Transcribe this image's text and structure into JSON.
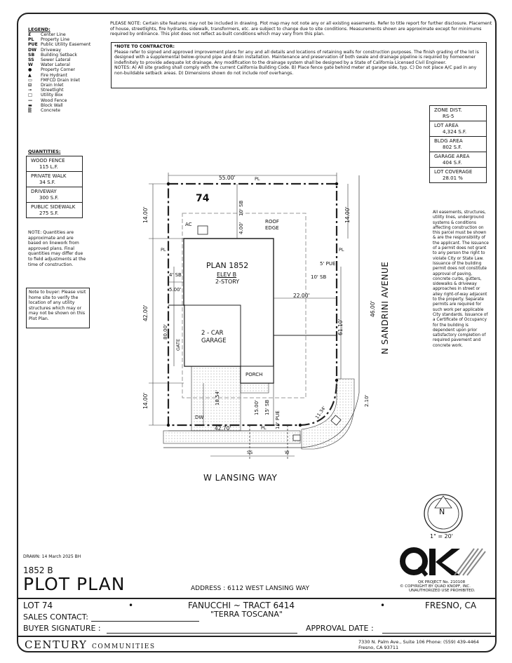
{
  "general_note": "PLEASE NOTE: Certain site features may not be included in drawing. Plot map may not note any or all existing easements. Refer to title report for further disclosure. Placement of house, streetlights, fire hydrants, sidewalk, transformers, etc. are subject to change due to site conditions. Measurements shown are approximate except for minimums required by ordinance. This plot does not reflect as-built conditions which may vary from this plan.",
  "contractor_note": {
    "title": "*NOTE TO CONTRACTOR:",
    "body": "Please refer to signed and approved improvement plans for any and all details and locations of retaining walls for construction purposes. The finish grading of the lot is designed with a supplemental below-ground pipe and drain installation. Maintenance and preservation of both swale and drainage pipeline is required by homeowner indefinitely to provide adequate lot drainage. Any modification to the drainage system shall be designed by a State of California Licensed Civil Engineer.",
    "notes": "NOTES: A) All site grading shall comply with the current California Building Code. B) Place fence gate behind meter at garage side, typ. C) Do not place A/C pad in any non-buildable setback areas. D) Dimensions shown do not include roof overhangs."
  },
  "legend": {
    "title": "LEGEND:",
    "items": [
      {
        "key": "£",
        "label": "Center Line"
      },
      {
        "key": "PL",
        "label": "Property Line"
      },
      {
        "key": "PUE",
        "label": "Public Utility Easement"
      },
      {
        "key": "DW",
        "label": "Driveway"
      },
      {
        "key": "SB",
        "label": "Building Setback"
      },
      {
        "key": "SS",
        "label": "Sewer Lateral"
      },
      {
        "key": "W",
        "label": "Water Lateral"
      }
    ],
    "symbols": [
      "Property Corner",
      "Fire Hydrant",
      "FMFCD Drain Inlet",
      "Drain Inlet",
      "Streetlight",
      "Utility Box",
      "Wood Fence",
      "Block Wall",
      "Concrete"
    ]
  },
  "quantities": {
    "title": "QUANTITIES:",
    "rows": [
      {
        "label": "WOOD FENCE",
        "value": "115 L.F."
      },
      {
        "label": "PRIVATE WALK",
        "value": "34 S.F."
      },
      {
        "label": "DRIVEWAY",
        "value": "300 S.F."
      },
      {
        "label": "PUBLIC SIDEWALK",
        "value": "275 S.F."
      }
    ],
    "note": "NOTE: Quantities are approximate and are based on linework from approved plans. Final quantities may differ due to field adjustments at the time of construction."
  },
  "buyer_note": "Note to buyer: Please visit home site to verify the location of any utility structures which may or may not be shown on this Plot Plan.",
  "zone_info": [
    {
      "label": "ZONE DIST.",
      "value": "RS-5"
    },
    {
      "label": "LOT AREA",
      "value": "4,324 S.F."
    },
    {
      "label": "BLDG AREA",
      "value": "802 S.F."
    },
    {
      "label": "GARAGE AREA",
      "value": "404 S.F."
    },
    {
      "label": "LOT COVERAGE",
      "value": "28.01 %"
    }
  ],
  "easement_note": "All easements, structures, utility lines, underground systems & conditions affecting construction on this parcel must be shown & are the responsibility of the applicant. The issuance of a permit does not grant to any person the right to violate City or State Law.\nIssuance of the building permit does not constitute approval of paving, concrete curbs, gutters, sidewalks & driveway approaches in street or alley right-of-way adjacent to the property. Separate permits are required for such work per applicable City standards. Issuance of a Certificate of Occupancy for the building is dependent upon prior satisfactory completion of required pavement and concrete work.",
  "plan": {
    "lot_number": "74",
    "plan_name": "PLAN 1852",
    "elevation": "ELEV B",
    "stories": "2-STORY",
    "garage_line1": "2 - CAR",
    "garage_line2": "GARAGE",
    "porch": "PORCH",
    "ac": "AC",
    "gate": "GATE",
    "roof_edge_1": "ROOF",
    "roof_edge_2": "EDGE",
    "dw": "DW",
    "pl": "PL",
    "ss": "SS",
    "w": "W",
    "dims": {
      "top": "55.00'",
      "left_top": "14.00'",
      "left_mid": "42.00'",
      "left_bottom": "14.00'",
      "sb_top": "10' SB",
      "four_00": "4.00'",
      "four_sb": "4' SB",
      "five_00": "5.00'",
      "eighty": "80.00'",
      "twenty_two": "22.00'",
      "ten_sb_right": "10' SB",
      "five_pue": "5' PUE",
      "right_14": "14.00'",
      "sixty_one": "61.10'",
      "forty_six": "46.00'",
      "two_10": "2.10'",
      "eleven_34": "11.34'",
      "eighteen_54": "18.54'",
      "fifteen_00": "15.00'",
      "fifteen_sb": "15' SB",
      "ten_pue": "10' PUE",
      "bottom": "42.70'"
    },
    "street_bottom": "W LANSING WAY",
    "street_right": "N SANDRINI AVENUE"
  },
  "north": {
    "letter": "N",
    "scale": "1\" = 20'"
  },
  "drawn": "DRAWN: 14 March 2025 BH",
  "plan_code": "1852 B",
  "page_title": "PLOT PLAN",
  "address": "ADDRESS : 6112 WEST LANSING WAY",
  "logo": {
    "letters": "QK",
    "project": "QK PROJECT No. 210108",
    "copyright": "© COPYRIGHT BY QUAD KNOPF, INC.",
    "unauth": "UNAUTHORIZED USE PROHIBITED."
  },
  "title_block": {
    "lot": "LOT 74",
    "bullet": "•",
    "tract": "FANUCCHI ~ TRACT 6414",
    "subdivision": "\"TERRA TOSCANA\"",
    "city": "FRESNO, CA",
    "sales_contact": "SALES CONTACT:",
    "buyer_signature": "BUYER SIGNATURE :",
    "approval_date": "APPROVAL DATE :"
  },
  "company": {
    "name_big": "CENTURY",
    "name_small": "COMMUNITIES",
    "address_line1": "7330 N. Palm Ave., Suite 106   Phone: (559) 439-4464",
    "address_line2": "Fresno, CA  93711"
  }
}
